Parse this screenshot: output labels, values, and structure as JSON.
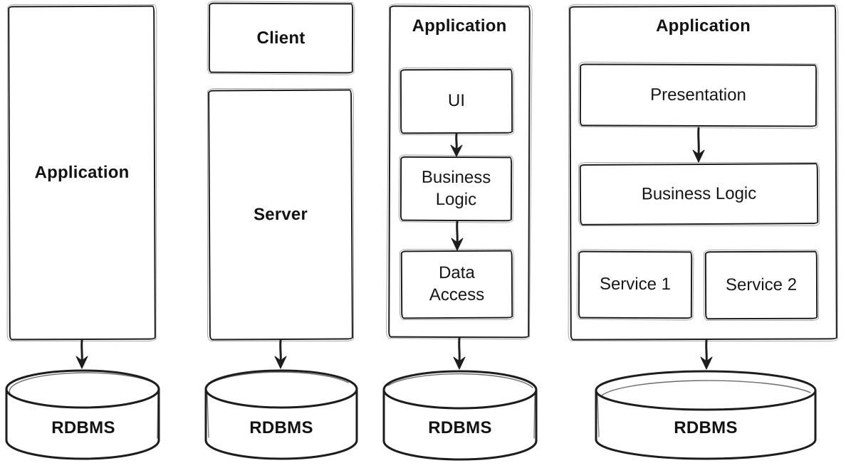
{
  "diagram": {
    "style": {
      "stroke": "#1d1d1d",
      "text": "#121212",
      "background": "#ffffff"
    },
    "columns": [
      {
        "id": "single-tier",
        "boxes": [
          {
            "label": "Application",
            "bold": true
          }
        ],
        "database": "RDBMS",
        "connections": [
          "Application → RDBMS"
        ]
      },
      {
        "id": "client-server",
        "boxes": [
          {
            "label": "Client",
            "bold": true
          },
          {
            "label": "Server",
            "bold": true
          }
        ],
        "database": "RDBMS",
        "connections": [
          "Server → RDBMS"
        ]
      },
      {
        "id": "layered-application",
        "container": "Application",
        "layers": [
          {
            "label": "UI"
          },
          {
            "label": "Business Logic"
          },
          {
            "label": "Data Access"
          }
        ],
        "database": "RDBMS",
        "connections": [
          "UI → Business Logic",
          "Business Logic → Data Access",
          "Application → RDBMS"
        ]
      },
      {
        "id": "service-application",
        "container": "Application",
        "layers": [
          {
            "label": "Presentation"
          },
          {
            "label": "Business Logic"
          }
        ],
        "services": [
          {
            "label": "Service 1"
          },
          {
            "label": "Service 2"
          }
        ],
        "database": "RDBMS",
        "connections": [
          "Presentation → Business Logic",
          "Application → RDBMS"
        ]
      }
    ]
  }
}
